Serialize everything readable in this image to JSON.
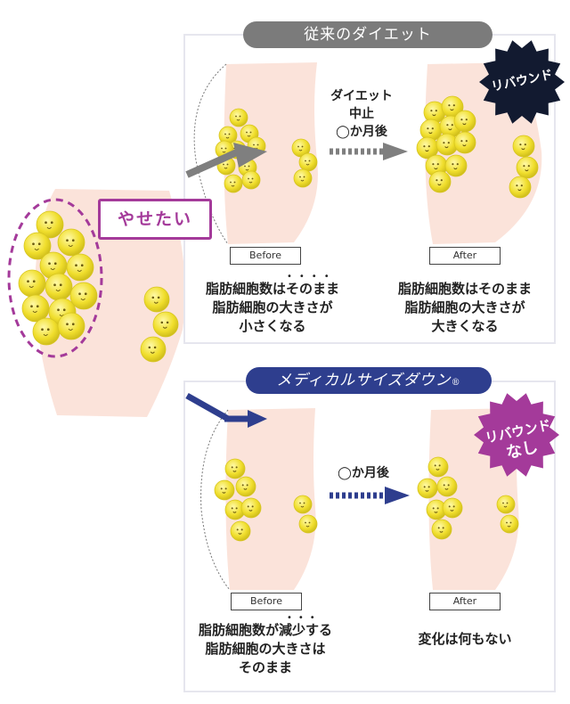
{
  "top": {
    "title": "従来のダイエット",
    "arrow_label_lines": [
      "ダイエット",
      "中止",
      "◯か月後"
    ],
    "badge": "リバウンド",
    "before_label": "Before",
    "after_label": "After",
    "before_caption": [
      "脂肪細胞数はそのまま",
      "脂肪細胞の大きさが",
      "小さくなる"
    ],
    "after_caption": [
      "脂肪細胞数はそのまま",
      "脂肪細胞の大きさが",
      "大きくなる"
    ]
  },
  "bottom": {
    "title": "メディカルサイズダウン",
    "title_mark": "®",
    "arrow_label": "◯か月後",
    "badge_lines": [
      "リバウンド",
      "なし"
    ],
    "before_label": "Before",
    "after_label": "After",
    "before_caption": [
      "脂肪細胞数が減少する",
      "脂肪細胞の大きさは",
      "そのまま"
    ],
    "after_caption": [
      "変化は何もない"
    ]
  },
  "left": {
    "tag": "やせたい"
  },
  "colors": {
    "skin": "#fbe3da",
    "fat": "#f2e23a",
    "gray_pill": "#7b7b7b",
    "blue_pill": "#2e3e8e",
    "purple": "#a43a9a",
    "navy_badge": "#121a30",
    "gray_arrow": "#7f7f7f",
    "blue_arrow": "#2e3e8e"
  }
}
